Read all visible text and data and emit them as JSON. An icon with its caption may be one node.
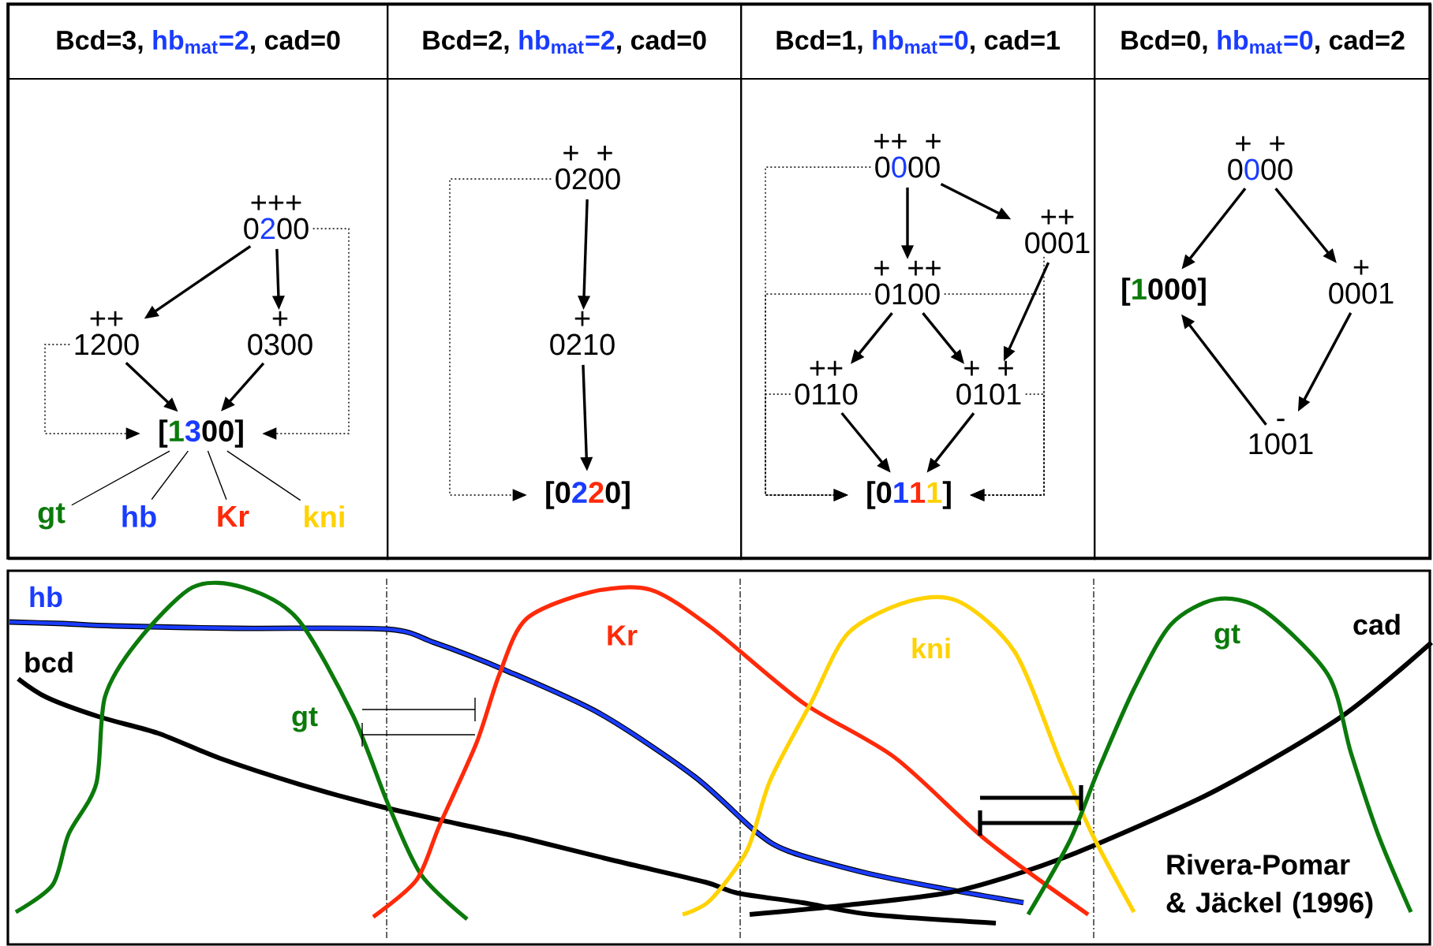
{
  "diagram": {
    "nodes": [
      {
        "text": [
          "Bcd=3, hb$_{mat}$=2, cad=0"
        ]
      },
      {
        "text": [
          "+++",
          "0200"
        ],
        "in": 0
      },
      {
        "text": [
          "++",
          "1200"
        ],
        "in": 0
      },
      {
        "text": [
          "+",
          "0300"
        ],
        "in": 0
      },
      {
        "text": [
          "[1300]"
        ],
        "in": 0
      },
      {
        "text": [
          "gt"
        ],
        "in": 0
      },
      {
        "text": [
          "hb"
        ],
        "in": 0
      },
      {
        "text": [
          "Kr"
        ],
        "in": 0
      },
      {
        "text": [
          "kni"
        ],
        "in": 0
      },
      {
        "text": [
          "Bcd=2, hb$_{mat}$=2, cad=0"
        ]
      },
      {
        "text": [
          "+ +",
          "0200"
        ],
        "in": 9
      },
      {
        "text": [
          "+",
          "0210"
        ],
        "in": 9
      },
      {
        "text": [
          "[0220]"
        ],
        "in": 9
      },
      {
        "text": [
          "Bcd=1, hb$_{mat}$=0, cad=1"
        ]
      },
      {
        "text": [
          "++ +",
          "0000"
        ],
        "in": 13
      },
      {
        "text": [
          "++",
          "0001"
        ],
        "in": 13
      },
      {
        "text": [
          "+ ++",
          "0100"
        ],
        "in": 13
      },
      {
        "text": [
          "++",
          "0110"
        ],
        "in": 13
      },
      {
        "text": [
          "+ +",
          "0101"
        ],
        "in": 13
      },
      {
        "text": [
          "[0111]"
        ],
        "in": 13
      },
      {
        "text": [
          "Bcd=0, hb$_{mat}$=0, cad=2"
        ]
      },
      {
        "text": [
          "+ +",
          "0000"
        ],
        "in": 20
      },
      {
        "text": [
          "[1000]"
        ],
        "in": 20
      },
      {
        "text": [
          "+",
          "0001"
        ],
        "in": 20
      },
      {
        "text": [
          "-",
          "1001"
        ],
        "in": 20
      }
    ],
    "edges": [
      {
        "from": 1,
        "to": 2,
        "arrow": "to"
      },
      {
        "from": 1,
        "to": 3,
        "arrow": "to"
      },
      {
        "from": 2,
        "to": 4,
        "arrow": "to"
      },
      {
        "from": 3,
        "to": 4,
        "arrow": "to"
      },
      {
        "from": 1,
        "to": 4,
        "arrow": "to",
        "style": "dashed"
      },
      {
        "from": 2,
        "to": 4,
        "arrow": "to",
        "style": "dashed"
      },
      {
        "from": 5,
        "to": 4,
        "arrow": "none"
      },
      {
        "from": 6,
        "to": 4,
        "arrow": "none"
      },
      {
        "from": 7,
        "to": 4,
        "arrow": "none"
      },
      {
        "from": 8,
        "to": 4,
        "arrow": "none"
      },
      {
        "from": 10,
        "to": 11,
        "arrow": "to"
      },
      {
        "from": 11,
        "to": 12,
        "arrow": "to"
      },
      {
        "from": 10,
        "to": 12,
        "arrow": "to",
        "style": "dashed"
      },
      {
        "from": 14,
        "to": 16,
        "arrow": "to"
      },
      {
        "from": 14,
        "to": 15,
        "arrow": "to"
      },
      {
        "from": 15,
        "to": 18,
        "arrow": "to"
      },
      {
        "from": 16,
        "to": 17,
        "arrow": "to"
      },
      {
        "from": 16,
        "to": 18,
        "arrow": "to"
      },
      {
        "from": 17,
        "to": 19,
        "arrow": "to"
      },
      {
        "from": 18,
        "to": 19,
        "arrow": "to"
      },
      {
        "from": 14,
        "to": 19,
        "arrow": "to",
        "style": "dashed"
      },
      {
        "from": 16,
        "to": 19,
        "arrow": "to",
        "style": "dashed"
      },
      {
        "from": 17,
        "to": 19,
        "arrow": "to",
        "style": "dashed"
      },
      {
        "from": 16,
        "to": 19,
        "arrow": "to",
        "style": "dashed"
      },
      {
        "from": 18,
        "to": 19,
        "arrow": "to",
        "style": "dashed"
      },
      {
        "from": 15,
        "to": 19,
        "arrow": "to",
        "style": "dashed"
      },
      {
        "from": 21,
        "to": 22,
        "arrow": "to"
      },
      {
        "from": 21,
        "to": 23,
        "arrow": "to"
      },
      {
        "from": 23,
        "to": 24,
        "arrow": "to"
      },
      {
        "from": 24,
        "to": 22,
        "arrow": "to"
      }
    ],
    "labels": [
      "hb",
      "bcd",
      "gt",
      "Kr",
      "kni",
      "gt",
      "cad",
      "Rivera-Pomar & Jäckel (1996)"
    ]
  }
}
